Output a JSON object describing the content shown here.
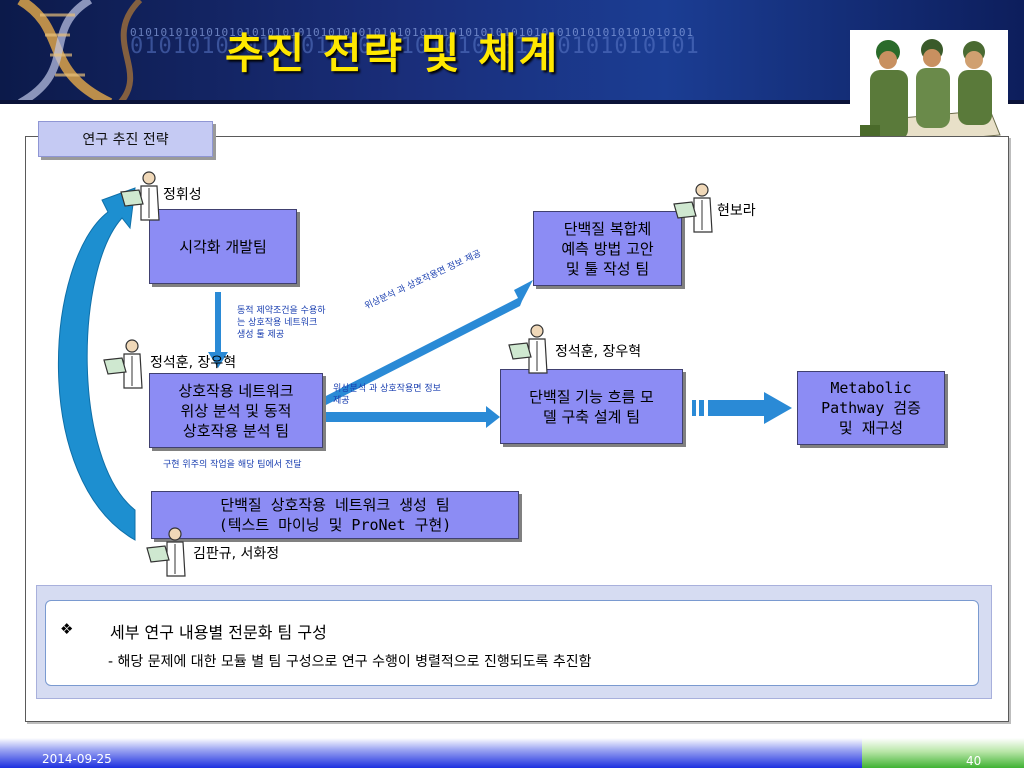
{
  "header": {
    "title": "추진 전략 및 체계",
    "binary_text": "0101010101010101010101010101010101010101",
    "binary_text_small": "01010101010101010101010101010101010101010101010101010101010101010101010101"
  },
  "section_tab": "연구 추진 전략",
  "boxes": {
    "visualization": "시각화 개발팀",
    "complex": [
      "단백질 복합체",
      "예측 방법 고안",
      "및 툴 작성 팀"
    ],
    "topology": [
      "상호작용 네트워크",
      "위상 분석 및 동적",
      "상호작용 분석 팀"
    ],
    "function": [
      "단백질 기능 흐름 모",
      "델 구축 설계 팀"
    ],
    "metabolic": [
      "Metabolic",
      "Pathway 검증",
      "및 재구성"
    ],
    "generation": [
      "단백질 상호작용 네트워크 생성 팀",
      "(텍스트 마이닝 및 ProNet 구현)"
    ]
  },
  "people": {
    "jung_hwi": "정휘성",
    "hyun_bora": "현보라",
    "jung_jang_1": "정석훈, 장우혁",
    "jung_jang_2": "정석훈, 장우혁",
    "kim_seo": "김판규, 서화정"
  },
  "notes": {
    "dynamic": [
      "동적 제약조건을 수용하",
      "는 상호작용 네트워크",
      "생성 툴 제공"
    ],
    "diagonal": "위상분석 과 상호작용면 정보 제공",
    "horizontal": [
      "위상분석 과 상호작용면 정보",
      "제공"
    ],
    "implementation": "구현 위주의 작업을 해당 팀에서 전달"
  },
  "summary": {
    "bullet": "❖",
    "title": "세부 연구 내용별 전문화 팀 구성",
    "detail": "- 해당 문제에 대한 모듈 별 팀 구성으로 연구 수행이 병렬적으로 진행되도록 추진함"
  },
  "footer": {
    "date": "2014-09-25",
    "page": "40"
  },
  "colors": {
    "title": "#ffe800",
    "box_fill": "#8c8cf4",
    "arrow": "#2a8ad6",
    "note_text": "#1a3fb0"
  }
}
